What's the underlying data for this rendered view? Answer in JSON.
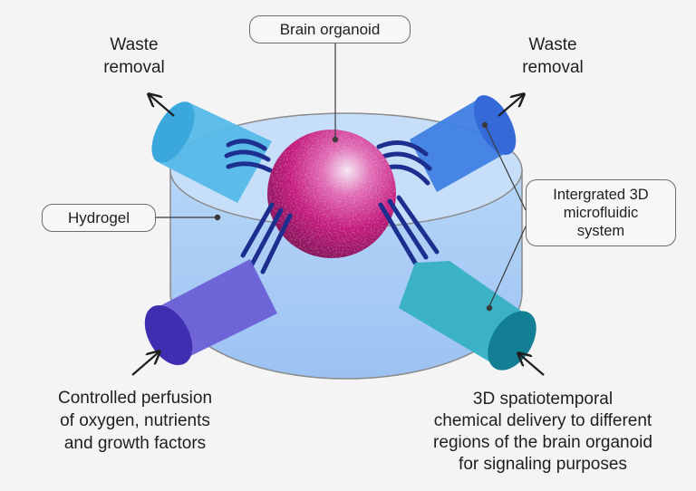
{
  "labels": {
    "brain_organoid": "Brain organoid",
    "waste_left": "Waste\nremoval",
    "waste_right": "Waste\nremoval",
    "hydrogel": "Hydrogel",
    "microfluidic": "Intergrated 3D\nmicrofluidic\nsystem",
    "perfusion": "Controlled perfusion\nof oxygen, nutrients\nand growth factors",
    "delivery": "3D spatiotemporal\nchemical delivery to different\nregions of the brain organoid\nfor signaling purposes"
  },
  "colors": {
    "background": "#f4f4f4",
    "hydrogel": "#a9cdf5",
    "organoid": "#c2187a",
    "tube_top_left": "#4fb6e6",
    "tube_top_right": "#3f7fe3",
    "tube_bottom_left": "#5b4fc9",
    "tube_bottom_right": "#2ea9bf",
    "channels": "#1c2f8f"
  }
}
